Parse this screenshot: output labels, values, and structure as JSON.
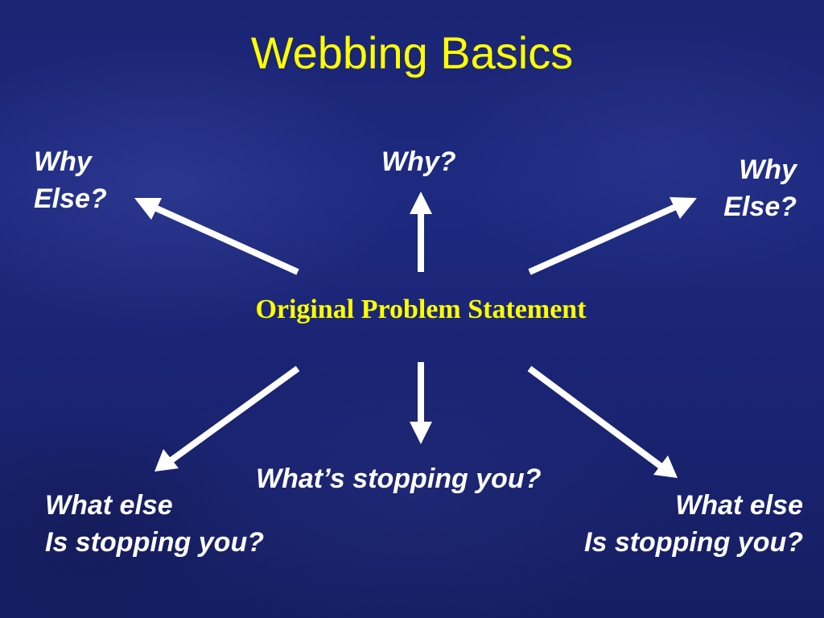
{
  "title": "Webbing Basics",
  "center": "Original Problem Statement",
  "top": {
    "left": [
      "Why",
      "Else?"
    ],
    "middle": "Why?",
    "right": [
      "Why",
      "Else?"
    ]
  },
  "bottom": {
    "middle": "What’s stopping you?",
    "left": [
      "What else",
      "Is stopping you?"
    ],
    "right": [
      "What else",
      "Is stopping you?"
    ]
  },
  "colors": {
    "title": "#ffff00",
    "center": "#ffff00",
    "labels": "#ffffff",
    "arrows": "#ffffff",
    "background": "#1b2576"
  }
}
